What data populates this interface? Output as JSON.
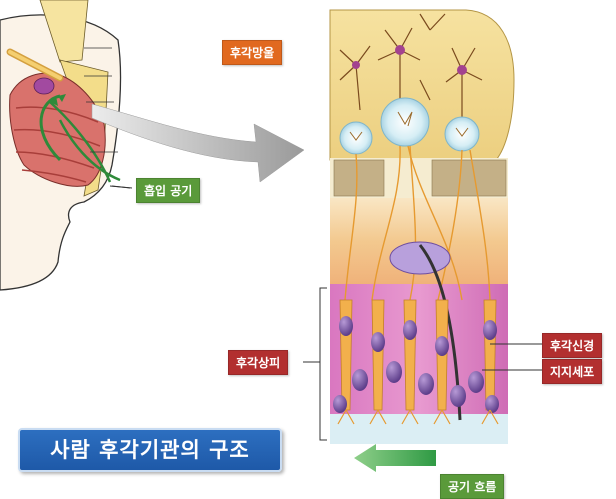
{
  "labels": {
    "olfactory_bulb": "후각망울",
    "inhaled_air": "흡입 공기",
    "olfactory_epithelium": "후각상피",
    "olfactory_nerve": "후각신경",
    "support_cell": "지지세포",
    "airflow": "공기 흐름"
  },
  "title": "사람 후각기관의 구조",
  "colors": {
    "orange_label": "#e1691f",
    "green_label": "#5a9a3a",
    "red_label": "#b22f2f",
    "title_bg": "#1e59a8",
    "bulb": "#f5dc8c",
    "epithelium": "#e28bc6"
  }
}
